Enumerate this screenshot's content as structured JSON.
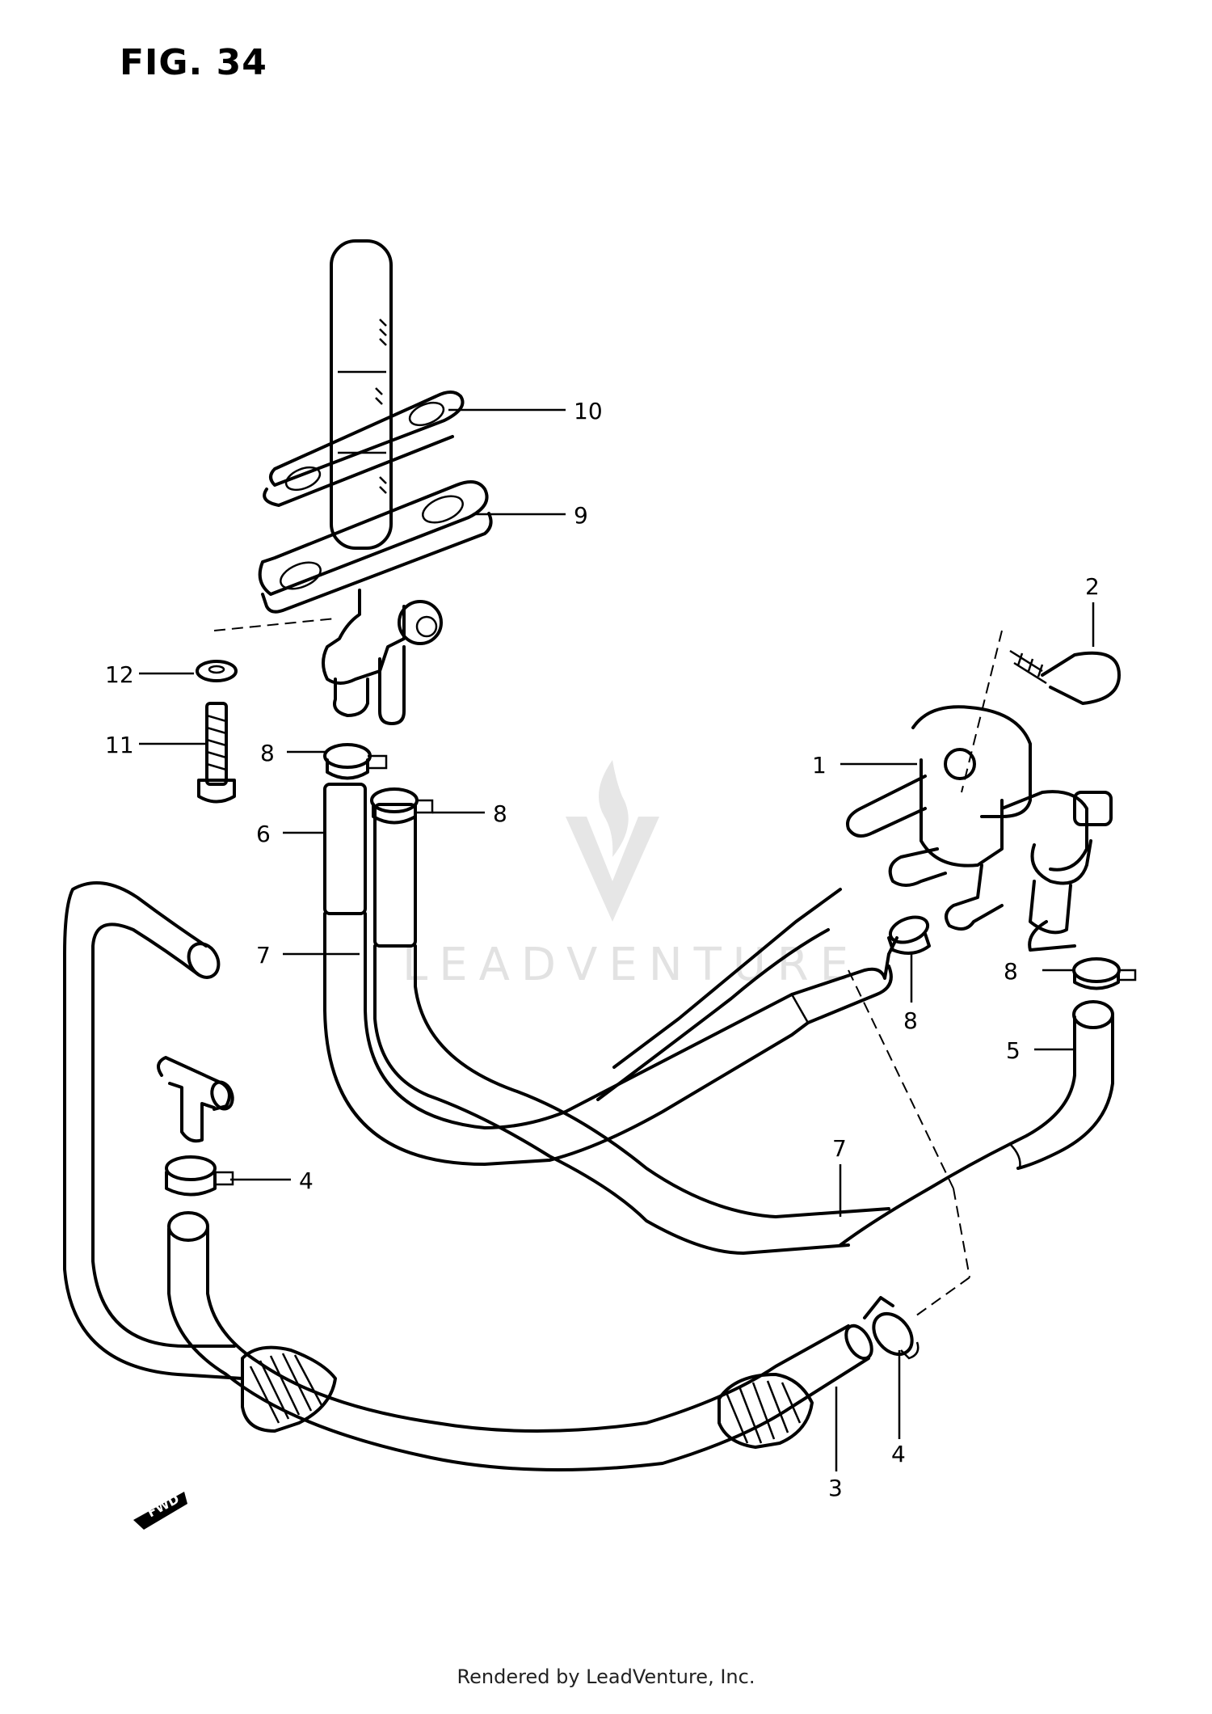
{
  "figure": {
    "title": "FIG. 34"
  },
  "watermark": {
    "text": "LEADVENTURE"
  },
  "footer": {
    "text": "Rendered by LeadVenture, Inc."
  },
  "fwd_marker": {
    "text": "FWD"
  },
  "callouts": [
    {
      "id": "callout-10",
      "label": "10"
    },
    {
      "id": "callout-9",
      "label": "9"
    },
    {
      "id": "callout-2",
      "label": "2"
    },
    {
      "id": "callout-12",
      "label": "12"
    },
    {
      "id": "callout-11",
      "label": "11"
    },
    {
      "id": "callout-8a",
      "label": "8"
    },
    {
      "id": "callout-1",
      "label": "1"
    },
    {
      "id": "callout-8b",
      "label": "8"
    },
    {
      "id": "callout-6",
      "label": "6"
    },
    {
      "id": "callout-7a",
      "label": "7"
    },
    {
      "id": "callout-8c",
      "label": "8"
    },
    {
      "id": "callout-8d",
      "label": "8"
    },
    {
      "id": "callout-5",
      "label": "5"
    },
    {
      "id": "callout-7b",
      "label": "7"
    },
    {
      "id": "callout-4a",
      "label": "4"
    },
    {
      "id": "callout-4b",
      "label": "4"
    },
    {
      "id": "callout-3",
      "label": "3"
    }
  ]
}
